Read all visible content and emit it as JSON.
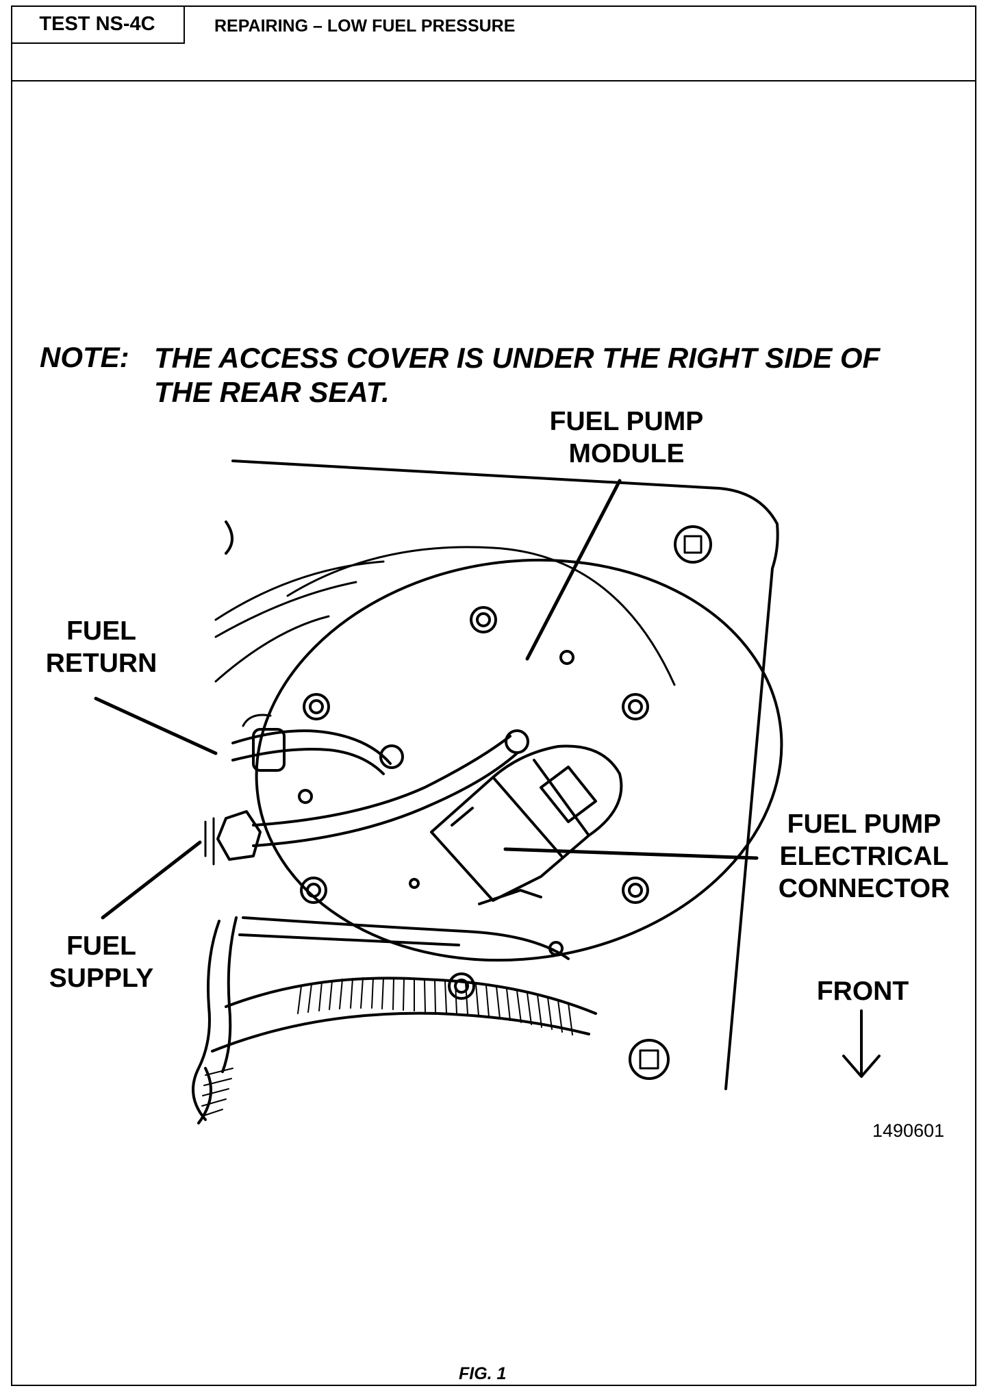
{
  "header": {
    "test_id": "TEST NS-4C",
    "title": "REPAIRING – LOW FUEL PRESSURE"
  },
  "note": {
    "label": "NOTE:",
    "text": "THE ACCESS COVER IS UNDER THE RIGHT SIDE OF THE REAR SEAT."
  },
  "figure": {
    "callouts": {
      "fuel_pump_module": [
        "FUEL PUMP",
        "MODULE"
      ],
      "fuel_return": [
        "FUEL",
        "RETURN"
      ],
      "fuel_supply": [
        "FUEL",
        "SUPPLY"
      ],
      "fuel_pump_electrical_connector": [
        "FUEL PUMP",
        "ELECTRICAL",
        "CONNECTOR"
      ],
      "front": "FRONT"
    },
    "figure_number": "1490601",
    "caption": "FIG. 1"
  }
}
